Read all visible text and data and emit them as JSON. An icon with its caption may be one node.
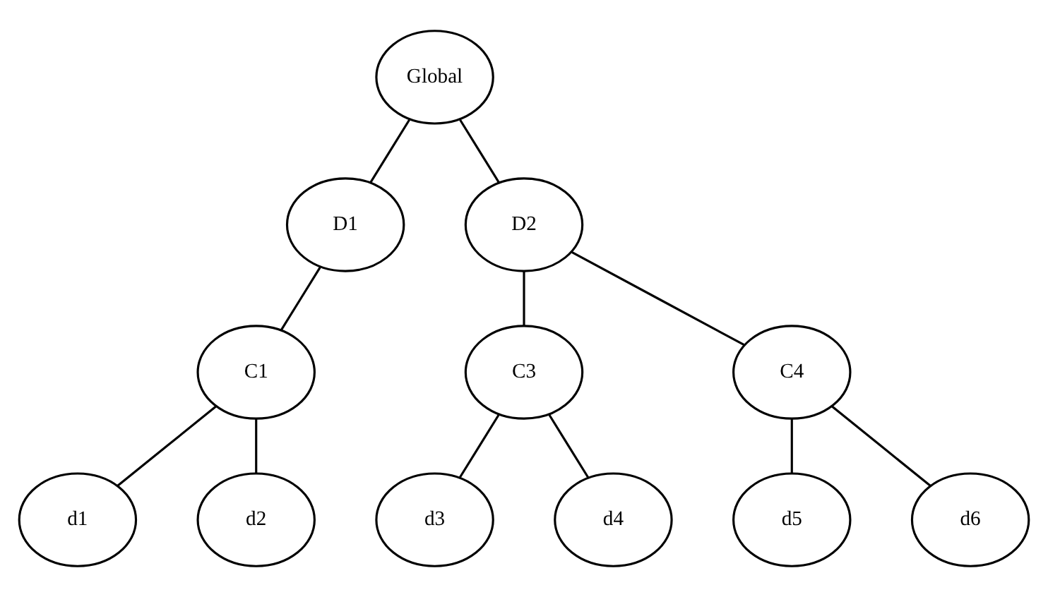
{
  "diagram": {
    "nodes": [
      {
        "text": [
          "Global"
        ]
      },
      {
        "text": [
          "D1"
        ]
      },
      {
        "text": [
          "D2"
        ]
      },
      {
        "text": [
          "C1"
        ]
      },
      {
        "text": [
          "C3"
        ]
      },
      {
        "text": [
          "C4"
        ]
      },
      {
        "text": [
          "d1"
        ]
      },
      {
        "text": [
          "d2"
        ]
      },
      {
        "text": [
          "d3"
        ]
      },
      {
        "text": [
          "d4"
        ]
      },
      {
        "text": [
          "d5"
        ]
      },
      {
        "text": [
          "d6"
        ]
      }
    ],
    "edges": [
      {
        "from": 0,
        "to": 1,
        "arrow": "none"
      },
      {
        "from": 0,
        "to": 2,
        "arrow": "none"
      },
      {
        "from": 1,
        "to": 3,
        "arrow": "none"
      },
      {
        "from": 2,
        "to": 4,
        "arrow": "none"
      },
      {
        "from": 2,
        "to": 5,
        "arrow": "none"
      },
      {
        "from": 3,
        "to": 6,
        "arrow": "none"
      },
      {
        "from": 3,
        "to": 7,
        "arrow": "none"
      },
      {
        "from": 4,
        "to": 8,
        "arrow": "none"
      },
      {
        "from": 4,
        "to": 9,
        "arrow": "none"
      },
      {
        "from": 5,
        "to": 10,
        "arrow": "none"
      },
      {
        "from": 5,
        "to": 11,
        "arrow": "none"
      }
    ]
  }
}
